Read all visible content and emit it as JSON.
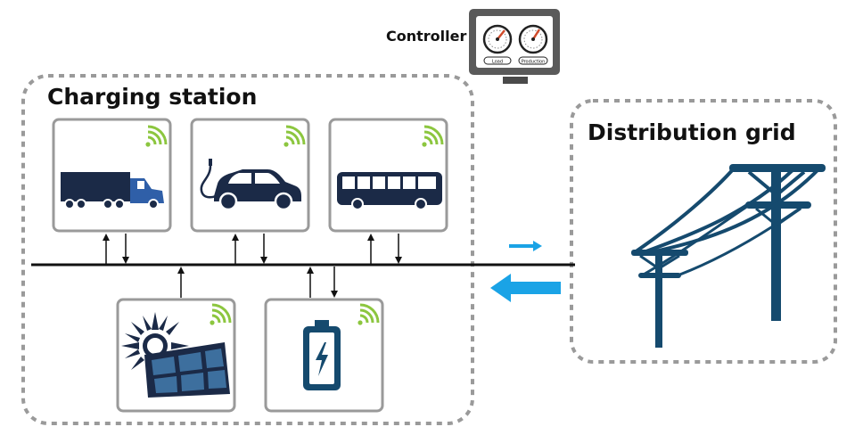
{
  "controller": {
    "label": "Controller",
    "gauge_left_label": "Load",
    "gauge_right_label": "Production"
  },
  "charging_station": {
    "title": "Charging station"
  },
  "distribution_grid": {
    "title": "Distribution grid"
  },
  "icons": {
    "truck": "truck-icon",
    "car": "ev-car-icon",
    "bus": "bus-icon",
    "solar": "solar-panel-icon",
    "battery": "battery-icon",
    "wireless": "wireless-signal-icon",
    "pylon": "power-pylon-icon"
  },
  "colors": {
    "vehicle_navy": "#1b2a47",
    "grid_blue": "#154a6e",
    "truck_cab_blue": "#2f5fa8",
    "arrow_cyan": "#1aa3e6",
    "wireless_green": "#8cc63f",
    "frame_gray": "#9a9a9a",
    "monitor_gray": "#5a5a5a"
  }
}
